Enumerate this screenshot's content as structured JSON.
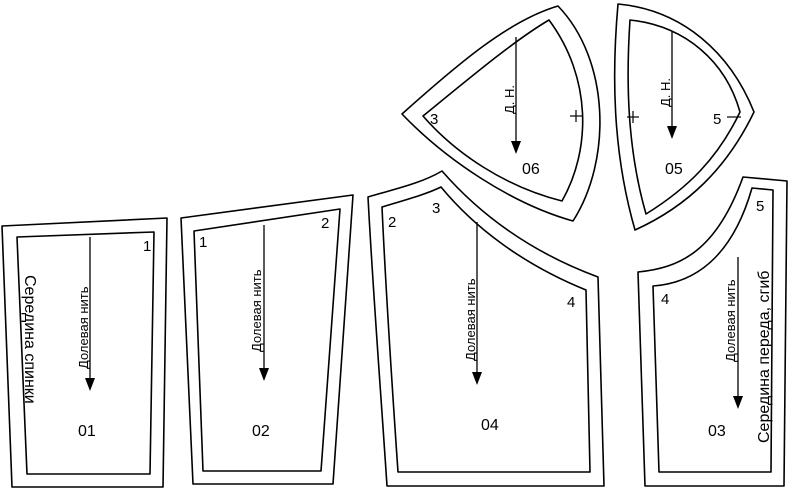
{
  "pieces": [
    {
      "id": "01",
      "grain": "Долевая нить",
      "side": "Середина спинки",
      "corners": [
        "1"
      ]
    },
    {
      "id": "02",
      "grain": "Долевая нить",
      "corners": [
        "1",
        "2"
      ]
    },
    {
      "id": "04",
      "grain": "Долевая нить",
      "corners": [
        "2",
        "3",
        "4"
      ]
    },
    {
      "id": "03",
      "grain": "Долевая нить",
      "side": "Середина переда, сгиб",
      "corners": [
        "4",
        "5"
      ]
    },
    {
      "id": "06",
      "grain": "Д. Н.",
      "corners": [
        "3"
      ]
    },
    {
      "id": "05",
      "grain": "Д. Н.",
      "corners": [
        "5"
      ]
    }
  ]
}
